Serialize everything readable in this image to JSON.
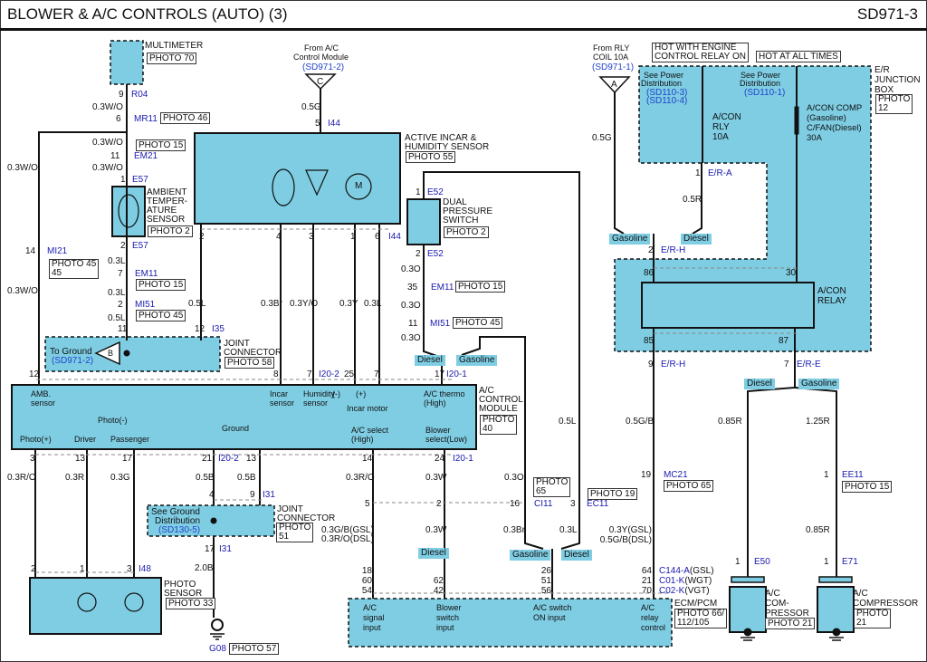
{
  "header": {
    "title": "BLOWER & A/C CONTROLS (AUTO) (3)",
    "code": "SD971-3"
  },
  "colors": {
    "component_fill": "#7fcde3",
    "connector_blue": "#1a1ab0",
    "wire": "#111111"
  },
  "multimeter": {
    "label": "MULTIMETER",
    "photo": "PHOTO 70",
    "pin": "9",
    "connector": "R04"
  },
  "left_chain": {
    "w1": "0.3W/O",
    "pin_mr11": "6",
    "mr11": "MR11",
    "mr11_photo": "PHOTO 46",
    "w2": "0.3W/O",
    "em21_photo": "PHOTO 15",
    "pin_em21": "11",
    "em21": "EM21",
    "w3": "0.3W/O",
    "branch_wire": "0.3W/O",
    "pin_mi21": "14",
    "mi21": "MI21",
    "mi21_photo": "PHOTO 45",
    "branch_wire2": "0.3W/O"
  },
  "ambient_sensor": {
    "pin_top": "1",
    "conn_top": "E57",
    "label": [
      "AMBIENT",
      "TEMPER-",
      "ATURE",
      "SENSOR"
    ],
    "photo": "PHOTO 2",
    "pin_bottom": "2",
    "conn_bottom": "E57",
    "w1": "0.3L",
    "pin_em11": "7",
    "em11": "EM11",
    "em11_photo": "PHOTO 15",
    "w2": "0.3L",
    "pin_mi51": "2",
    "mi51": "MI51",
    "mi51_photo": "PHOTO 45",
    "w3": "0.5L"
  },
  "joint_connector_i35": {
    "pin_a": "11",
    "pin_b": "12",
    "connector": "I35",
    "w_right": "0.5L",
    "ground_text": "To Ground",
    "ground_ref": "(SD971-2)",
    "ground_letter": "B",
    "label": [
      "JOINT",
      "CONNECTOR"
    ],
    "photo": "PHOTO 58"
  },
  "from_ac_module": {
    "label": [
      "From A/C",
      "Control Module"
    ],
    "ref": "(SD971-2)",
    "letter": "C",
    "wire": "0.5G",
    "pin": "5",
    "connector": "I44"
  },
  "incar_sensor": {
    "label": [
      "ACTIVE INCAR &",
      "HUMIDITY SENSOR"
    ],
    "photo": "PHOTO 55",
    "motor": "M",
    "pins": [
      "2",
      "4",
      "3",
      "1",
      "6"
    ],
    "connector": "I44",
    "wires": [
      "0.3Br",
      "0.3Y/O",
      "0.3Y",
      "0.3L"
    ]
  },
  "dual_pressure": {
    "pin_top": "1",
    "conn_top": "E52",
    "label": [
      "DUAL",
      "PRESSURE",
      "SWITCH"
    ],
    "photo": "PHOTO 2",
    "pin_bottom": "2",
    "conn_bottom": "E52",
    "w1": "0.3O",
    "pin_em11": "35",
    "em11": "EM11",
    "em11_photo": "PHOTO 15",
    "w2": "0.3O",
    "pin_mi51": "11",
    "mi51": "MI51",
    "mi51_photo": "PHOTO 45",
    "w3": "0.3O",
    "tag_diesel": "Diesel",
    "tag_gasoline": "Gasoline"
  },
  "ac_module": {
    "top_pins": [
      "12",
      "8",
      "7",
      "25",
      "7",
      "17"
    ],
    "top_conn_a": "I20-2",
    "top_conn_b": "I20-1",
    "labels": {
      "amb": [
        "AMB.",
        "sensor"
      ],
      "incar": [
        "Incar",
        "sensor"
      ],
      "humidity": [
        "Humidity",
        "sensor"
      ],
      "minus": "(-)",
      "plus": "(+)",
      "incar_motor": "Incar motor",
      "thermo": [
        "A/C thermo",
        "(High)"
      ],
      "photo_minus": "Photo(-)",
      "photo_plus": "Photo(+)",
      "driver": "Driver",
      "passenger": "Passenger",
      "ground": "Ground",
      "ac_select": [
        "A/C select",
        "(High)"
      ],
      "blower_select": [
        "Blower",
        "select(Low)"
      ]
    },
    "title": [
      "A/C",
      "CONTROL",
      "MODULE"
    ],
    "photo": [
      "PHOTO",
      "40"
    ],
    "bottom_pins": [
      "3",
      "13",
      "17",
      "21",
      "13",
      "14",
      "24"
    ],
    "bottom_conn_a": "I20-2",
    "bottom_conn_b": "I20-1"
  },
  "photo_sensor_wires": {
    "w": [
      "0.3R/O",
      "0.3R",
      "0.3G"
    ],
    "pins": [
      "2",
      "1",
      "3"
    ],
    "connector": "I48",
    "label": [
      "PHOTO",
      "SENSOR"
    ],
    "photo": "PHOTO 33"
  },
  "ground_joint": {
    "w": [
      "0.5B",
      "0.5B"
    ],
    "pins": [
      "4",
      "9"
    ],
    "connector": "I31",
    "text": [
      "See Ground",
      "Distribution"
    ],
    "ref": "(SD130-5)",
    "label": [
      "JOINT",
      "CONNECTOR"
    ],
    "photo": [
      "PHOTO",
      "51"
    ],
    "pin_out": "17",
    "conn_out": "I31",
    "w_out": "2.0B",
    "ground": "G08",
    "ground_photo": "PHOTO 57"
  },
  "mid_wires": {
    "w14": "0.3R/O",
    "w24": "0.3W",
    "pin5": "5",
    "pin2": "2",
    "w5": [
      "0.3G/B(GSL)",
      "0.3R/O(DSL)"
    ],
    "w2": "0.3W",
    "tag_diesel": "Diesel",
    "w_ci11": "0.3O",
    "ci11_photo": [
      "PHOTO",
      "65"
    ],
    "pin_ci11": "16",
    "ci11": "CI11",
    "w_ci11_b": "0.3Br",
    "w_ec11": "0.5L",
    "ec11_photo": "PHOTO 19",
    "pin_ec11": "3",
    "ec11": "EC11",
    "w_ec11_b": "0.3L",
    "tag_gasoline": "Gasoline",
    "tag_diesel2": "Diesel"
  },
  "ecm": {
    "pins_a": [
      "18",
      "60",
      "54"
    ],
    "pins_b": [
      "62",
      "42"
    ],
    "pins_c": [
      "26",
      "51",
      "56"
    ],
    "pins_d": [
      "64",
      "21",
      "70"
    ],
    "conns": [
      {
        "c": "C144-A",
        "s": "(GSL)"
      },
      {
        "c": "C01-K",
        "s": "(WGT)"
      },
      {
        "c": "C02-K",
        "s": "(VGT)"
      }
    ],
    "labels": {
      "a": [
        "A/C",
        "signal",
        "input"
      ],
      "b": [
        "Blower",
        "switch",
        "input"
      ],
      "c": [
        "A/C switch",
        "ON input"
      ],
      "d": [
        "A/C",
        "relay",
        "control"
      ]
    },
    "title": "ECM/PCM",
    "photo": [
      "PHOTO 66/",
      "112/105"
    ]
  },
  "right": {
    "from_rly": [
      "From RLY",
      "COIL 10A"
    ],
    "from_ref": "(SD971-1)",
    "letter": "A",
    "w_a": "0.5G",
    "hot_engine": [
      "HOT WITH ENGINE",
      "CONTROL RELAY ON"
    ],
    "hot_all": "HOT AT ALL TIMES",
    "see_power1": [
      "See Power",
      "Distribution"
    ],
    "ref1": [
      "(SD110-3)",
      "(SD110-4)"
    ],
    "see_power2": [
      "See Power",
      "Distribution"
    ],
    "ref2": "(SD110-1)",
    "fuse1": [
      "A/CON",
      "RLY",
      "10A"
    ],
    "fuse2": [
      "A/CON COMP",
      "(Gasoline)",
      "C/FAN(Diesel)",
      "30A"
    ],
    "jbox": [
      "E/R",
      "JUNCTION",
      "BOX"
    ],
    "jbox_photo": [
      "PHOTO",
      "12"
    ],
    "pin_era": "1",
    "era": "E/R-A",
    "w_era": "0.5R",
    "tag_gasoline": "Gasoline",
    "tag_diesel": "Diesel",
    "pin_erh": "2",
    "erh": "E/R-H",
    "relay_pins": [
      "86",
      "30",
      "85",
      "87"
    ],
    "relay_label": [
      "A/CON",
      "RELAY"
    ],
    "pin_erh2": "9",
    "erh2": "E/R-H",
    "pin_ere": "7",
    "ere": "E/R-E",
    "w_mc21": "0.5G/B",
    "pin_mc21": "19",
    "mc21": "MC21",
    "mc21_photo": "PHOTO 65",
    "w_ecm": [
      "0.3Y(GSL)",
      "0.5G/B(DSL)"
    ],
    "tag_diesel2": "Diesel",
    "tag_gasoline2": "Gasoline",
    "w_diesel": "0.85R",
    "w_gas": "1.25R",
    "pin_ee11": "1",
    "ee11": "EE11",
    "ee11_photo": "PHOTO 15",
    "w_ee11": "0.85R",
    "pin_e50": "1",
    "e50": "E50",
    "comp1": [
      "A/C",
      "COM-",
      "PRESSOR"
    ],
    "comp1_photo": "PHOTO 21",
    "pin_e71": "1",
    "e71": "E71",
    "comp2": [
      "A/C",
      "COMPRESSOR"
    ],
    "comp2_photo": [
      "PHOTO",
      "21"
    ]
  }
}
